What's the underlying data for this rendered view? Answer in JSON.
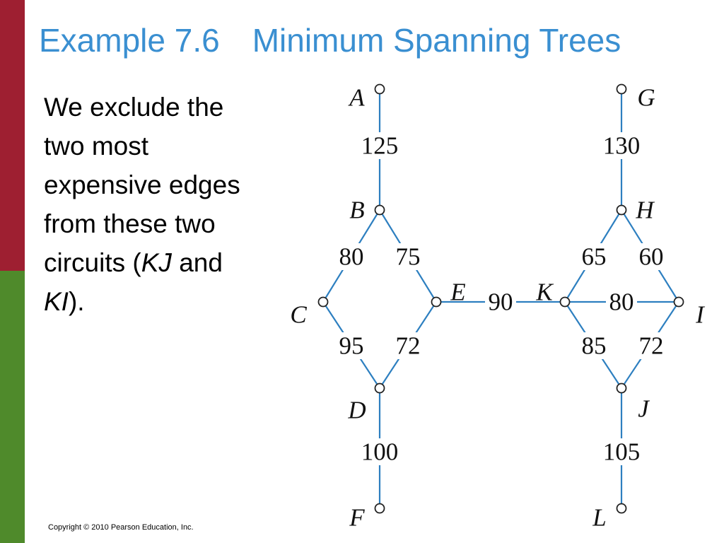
{
  "slide": {
    "title": "Example 7.6 Minimum Spanning Trees",
    "text": {
      "line1": "We exclude the",
      "line2": "two most",
      "line3": "expensive edges",
      "line4": "from these two",
      "line5_pre": "circuits (",
      "line5_em": "KJ",
      "line5_post": " and",
      "line6_em": "KI",
      "line6_post": ")."
    },
    "copyright": "Copyright © 2010 Pearson Education, Inc.",
    "colors": {
      "title": "#3a8fd1",
      "edge": "#2d7fc0",
      "bar_top": "#9e1f31",
      "bar_bottom": "#4f8a2b"
    }
  },
  "graph": {
    "nodes": [
      "A",
      "B",
      "C",
      "D",
      "E",
      "F",
      "G",
      "H",
      "I",
      "J",
      "K",
      "L"
    ],
    "edges": [
      {
        "from": "A",
        "to": "B",
        "weight": "125"
      },
      {
        "from": "B",
        "to": "C",
        "weight": "80"
      },
      {
        "from": "B",
        "to": "E",
        "weight": "75"
      },
      {
        "from": "C",
        "to": "D",
        "weight": "95"
      },
      {
        "from": "E",
        "to": "D",
        "weight": "72"
      },
      {
        "from": "D",
        "to": "F",
        "weight": "100"
      },
      {
        "from": "E",
        "to": "K",
        "weight": "90"
      },
      {
        "from": "G",
        "to": "H",
        "weight": "130"
      },
      {
        "from": "H",
        "to": "K",
        "weight": "65"
      },
      {
        "from": "H",
        "to": "I",
        "weight": "60"
      },
      {
        "from": "K",
        "to": "I",
        "weight": "80"
      },
      {
        "from": "K",
        "to": "J",
        "weight": "85"
      },
      {
        "from": "I",
        "to": "J",
        "weight": "72"
      },
      {
        "from": "J",
        "to": "L",
        "weight": "105"
      }
    ]
  }
}
